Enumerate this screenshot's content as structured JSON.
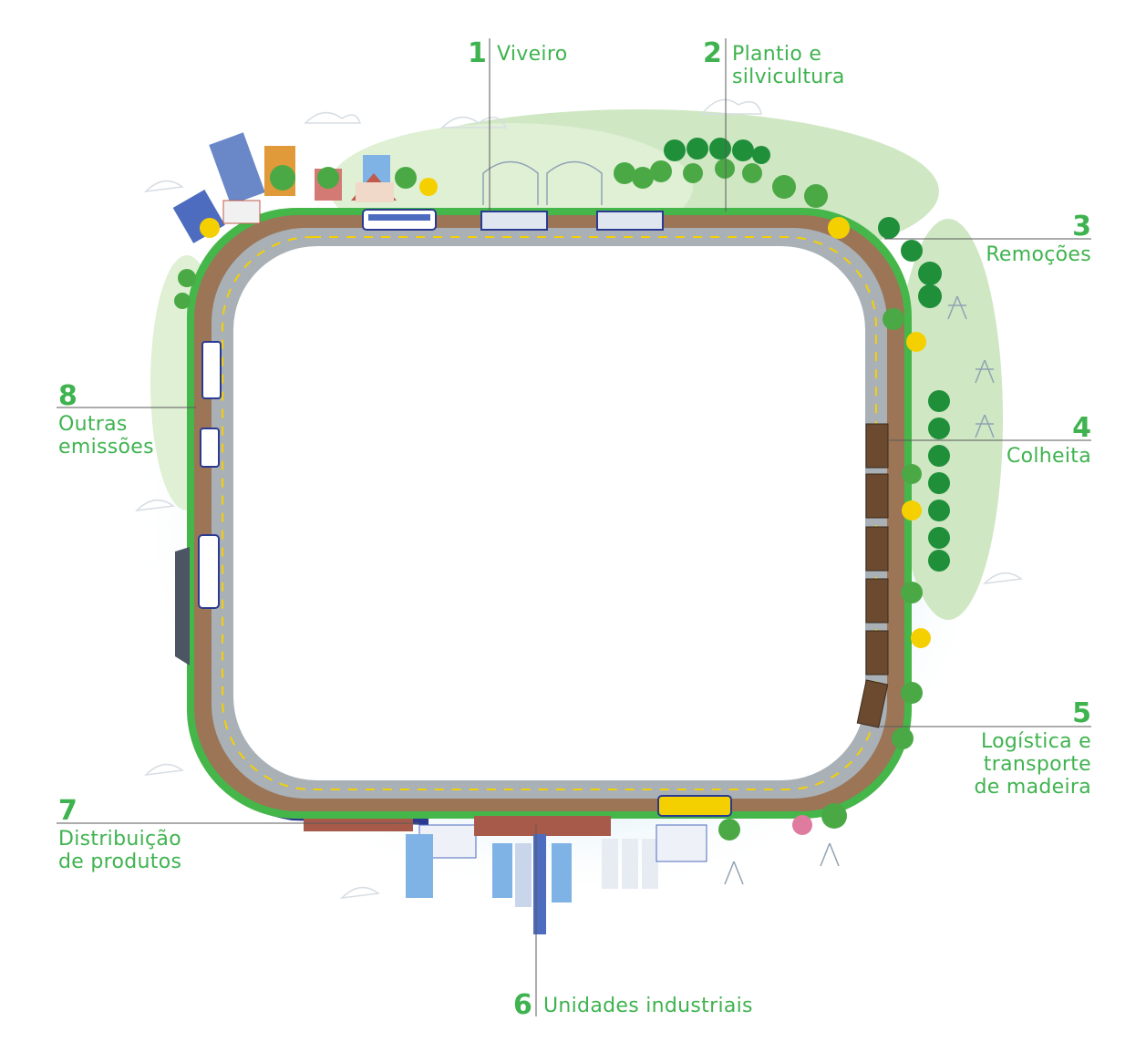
{
  "colors": {
    "accent_green": "#3fb34f",
    "road": "#a9b1b7",
    "road_dash": "#f5d000",
    "dirt": "#9b7556",
    "grass": "#45b649",
    "water": "#2b3a91",
    "halo": "#d6ebf7"
  },
  "stages": [
    {
      "number": "1",
      "lines": [
        "Viveiro"
      ]
    },
    {
      "number": "2",
      "lines": [
        "Plantio e",
        "silvicultura"
      ]
    },
    {
      "number": "3",
      "lines": [
        "Remoções"
      ]
    },
    {
      "number": "4",
      "lines": [
        "Colheita"
      ]
    },
    {
      "number": "5",
      "lines": [
        "Logística e",
        "transporte",
        "de madeira"
      ]
    },
    {
      "number": "6",
      "lines": [
        "Unidades industriais"
      ]
    },
    {
      "number": "7",
      "lines": [
        "Distribuição",
        "de produtos"
      ]
    },
    {
      "number": "8",
      "lines": [
        "Outras",
        "emissões"
      ]
    }
  ]
}
